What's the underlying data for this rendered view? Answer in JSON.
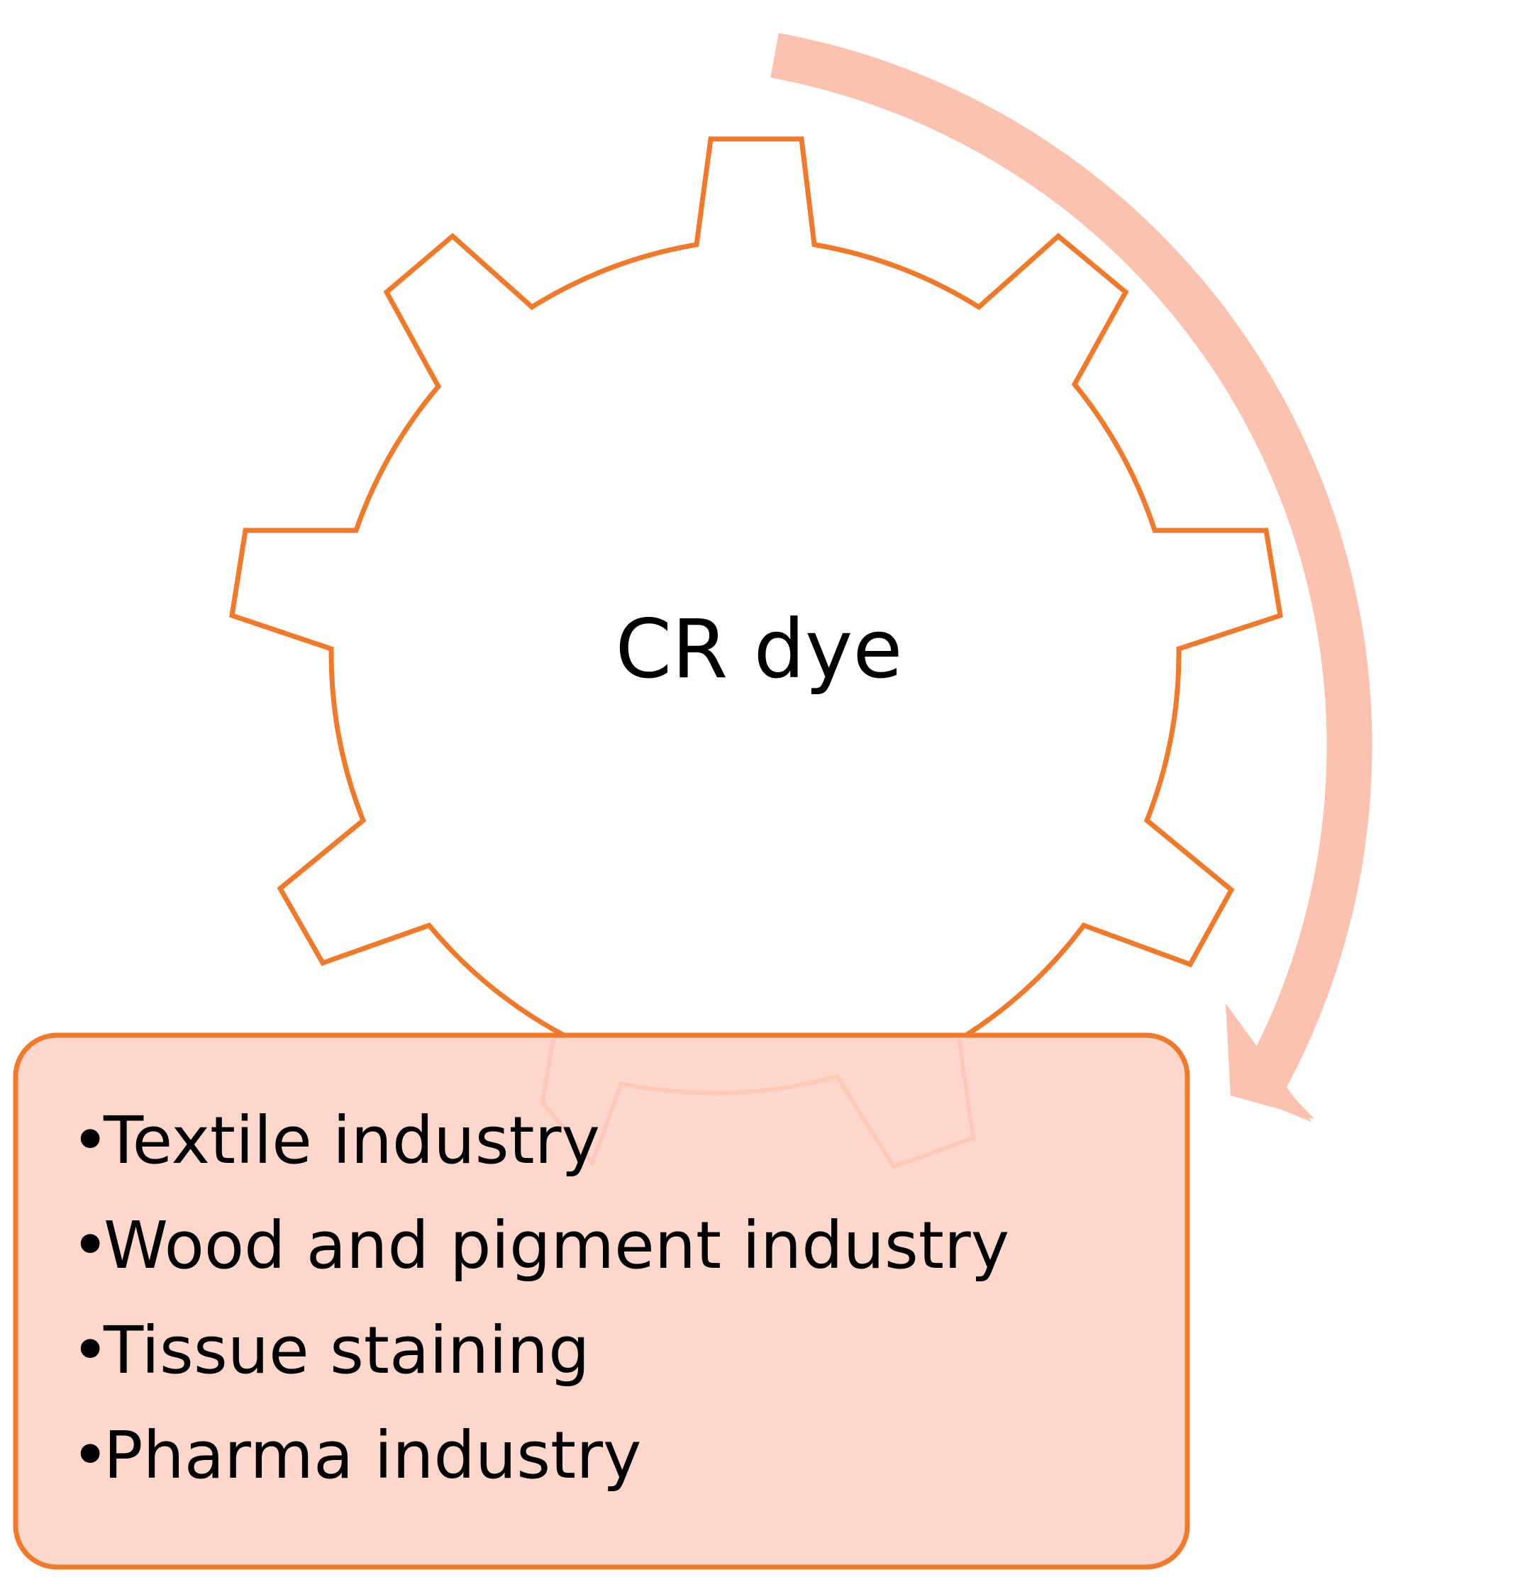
{
  "gear": {
    "label": "CR dye"
  },
  "uses": {
    "items": [
      "Textile industry",
      "Wood and pigment industry",
      "Tissue staining",
      "Pharma industry"
    ]
  },
  "colors": {
    "gear_stroke": "#F07A2A",
    "box_fill": "#FDD7CC",
    "box_stroke": "#F07A2A",
    "arrow": "#FBC2AF",
    "text": "#000000"
  }
}
